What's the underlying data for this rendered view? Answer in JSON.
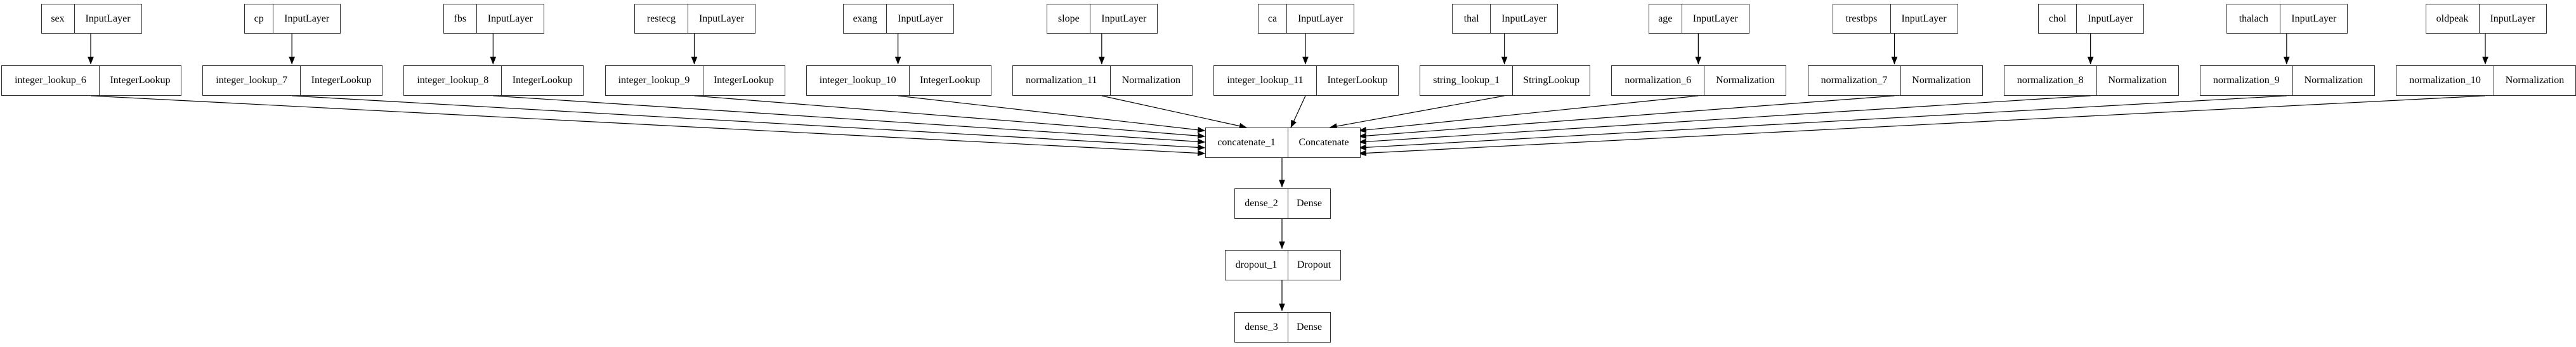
{
  "diagram": {
    "kind": "keras-model-graph",
    "colors": {
      "background": "#ffffff",
      "node_fill": "#ffffff",
      "node_border": "#2e2e2e",
      "edge": "#000000",
      "text": "#000000"
    },
    "columns": [
      {
        "input": {
          "name": "sex",
          "type": "InputLayer"
        },
        "transform": {
          "name": "integer_lookup_6",
          "type": "IntegerLookup"
        }
      },
      {
        "input": {
          "name": "cp",
          "type": "InputLayer"
        },
        "transform": {
          "name": "integer_lookup_7",
          "type": "IntegerLookup"
        }
      },
      {
        "input": {
          "name": "fbs",
          "type": "InputLayer"
        },
        "transform": {
          "name": "integer_lookup_8",
          "type": "IntegerLookup"
        }
      },
      {
        "input": {
          "name": "restecg",
          "type": "InputLayer"
        },
        "transform": {
          "name": "integer_lookup_9",
          "type": "IntegerLookup"
        }
      },
      {
        "input": {
          "name": "exang",
          "type": "InputLayer"
        },
        "transform": {
          "name": "integer_lookup_10",
          "type": "IntegerLookup"
        }
      },
      {
        "input": {
          "name": "slope",
          "type": "InputLayer"
        },
        "transform": {
          "name": "normalization_11",
          "type": "Normalization"
        }
      },
      {
        "input": {
          "name": "ca",
          "type": "InputLayer"
        },
        "transform": {
          "name": "integer_lookup_11",
          "type": "IntegerLookup"
        }
      },
      {
        "input": {
          "name": "thal",
          "type": "InputLayer"
        },
        "transform": {
          "name": "string_lookup_1",
          "type": "StringLookup"
        }
      },
      {
        "input": {
          "name": "age",
          "type": "InputLayer"
        },
        "transform": {
          "name": "normalization_6",
          "type": "Normalization"
        }
      },
      {
        "input": {
          "name": "trestbps",
          "type": "InputLayer"
        },
        "transform": {
          "name": "normalization_7",
          "type": "Normalization"
        }
      },
      {
        "input": {
          "name": "chol",
          "type": "InputLayer"
        },
        "transform": {
          "name": "normalization_8",
          "type": "Normalization"
        }
      },
      {
        "input": {
          "name": "thalach",
          "type": "InputLayer"
        },
        "transform": {
          "name": "normalization_9",
          "type": "Normalization"
        }
      },
      {
        "input": {
          "name": "oldpeak",
          "type": "InputLayer"
        },
        "transform": {
          "name": "normalization_10",
          "type": "Normalization"
        }
      }
    ],
    "trunk": [
      {
        "name": "concatenate_1",
        "type": "Concatenate"
      },
      {
        "name": "dense_2",
        "type": "Dense"
      },
      {
        "name": "dropout_1",
        "type": "Dropout"
      },
      {
        "name": "dense_3",
        "type": "Dense"
      }
    ],
    "edges": [
      [
        "sex",
        "integer_lookup_6"
      ],
      [
        "cp",
        "integer_lookup_7"
      ],
      [
        "fbs",
        "integer_lookup_8"
      ],
      [
        "restecg",
        "integer_lookup_9"
      ],
      [
        "exang",
        "integer_lookup_10"
      ],
      [
        "slope",
        "normalization_11"
      ],
      [
        "ca",
        "integer_lookup_11"
      ],
      [
        "thal",
        "string_lookup_1"
      ],
      [
        "age",
        "normalization_6"
      ],
      [
        "trestbps",
        "normalization_7"
      ],
      [
        "chol",
        "normalization_8"
      ],
      [
        "thalach",
        "normalization_9"
      ],
      [
        "oldpeak",
        "normalization_10"
      ],
      [
        "integer_lookup_6",
        "concatenate_1"
      ],
      [
        "integer_lookup_7",
        "concatenate_1"
      ],
      [
        "integer_lookup_8",
        "concatenate_1"
      ],
      [
        "integer_lookup_9",
        "concatenate_1"
      ],
      [
        "integer_lookup_10",
        "concatenate_1"
      ],
      [
        "normalization_11",
        "concatenate_1"
      ],
      [
        "integer_lookup_11",
        "concatenate_1"
      ],
      [
        "string_lookup_1",
        "concatenate_1"
      ],
      [
        "normalization_6",
        "concatenate_1"
      ],
      [
        "normalization_7",
        "concatenate_1"
      ],
      [
        "normalization_8",
        "concatenate_1"
      ],
      [
        "normalization_9",
        "concatenate_1"
      ],
      [
        "normalization_10",
        "concatenate_1"
      ],
      [
        "concatenate_1",
        "dense_2"
      ],
      [
        "dense_2",
        "dropout_1"
      ],
      [
        "dropout_1",
        "dense_3"
      ]
    ]
  }
}
